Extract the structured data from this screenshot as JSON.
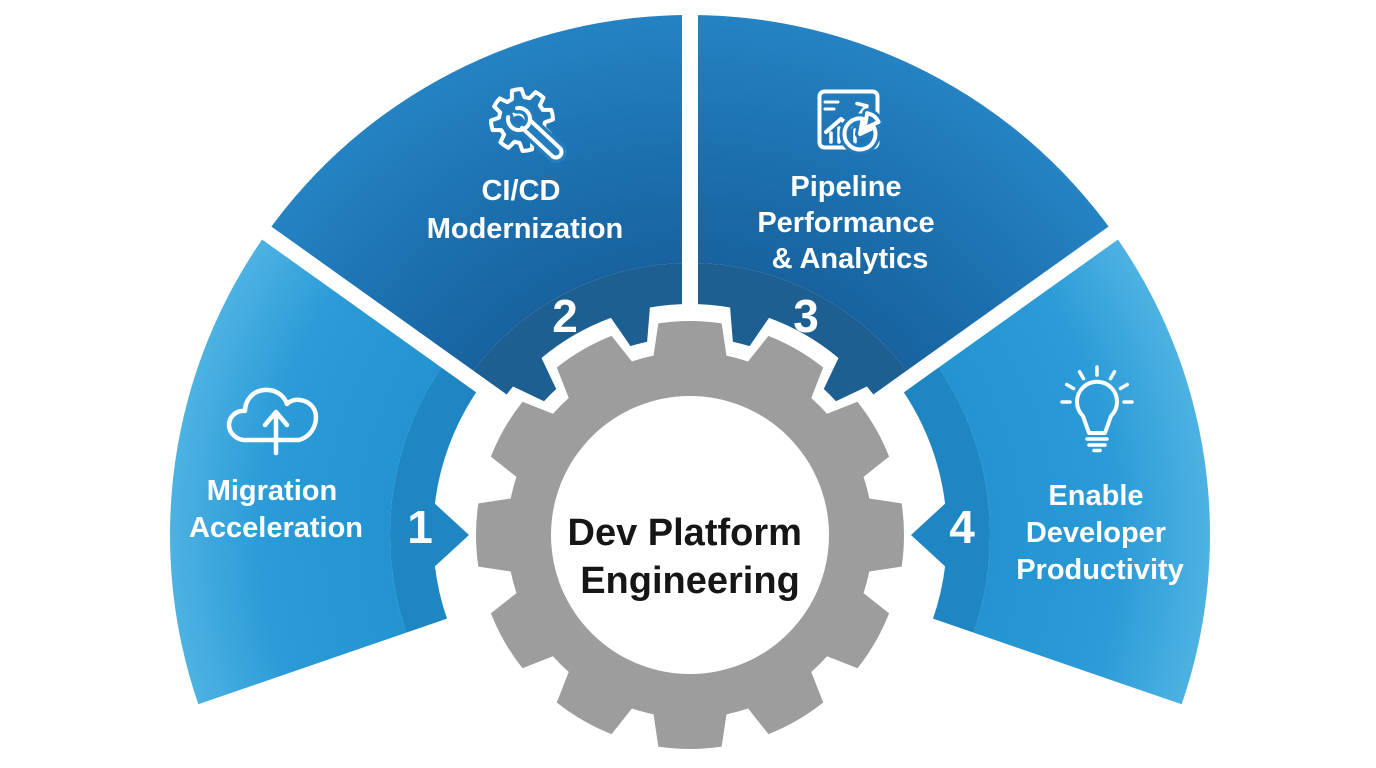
{
  "diagram": {
    "center": {
      "icon": "gear-icon",
      "label_lines": [
        "Dev Platform",
        "Engineering"
      ]
    },
    "segments": [
      {
        "number": "1",
        "icon": "cloud-upload-icon",
        "label_lines": [
          "Migration",
          "Acceleration"
        ]
      },
      {
        "number": "2",
        "icon": "gear-wrench-icon",
        "label_lines": [
          "CI/CD",
          "Modernization"
        ]
      },
      {
        "number": "3",
        "icon": "analytics-chart-pie-icon",
        "label_lines": [
          "Pipeline",
          "Performance",
          "& Analytics"
        ]
      },
      {
        "number": "4",
        "icon": "lightbulb-icon",
        "label_lines": [
          "Enable",
          "Developer",
          "Productivity"
        ]
      }
    ]
  },
  "colors": {
    "background": "#ffffff",
    "segment14_inner": "#2292d0",
    "segment14_mid": "#2c9cd8",
    "segment14_outer": "#4db2e2",
    "segment23_inner": "#17619d",
    "segment23_mid": "#1c70b0",
    "segment23_outer": "#2583c3",
    "band_light": "#1f86c4",
    "band_dark": "#1d5f91",
    "gear_gray": "#9d9d9d",
    "center_text": "#161616",
    "label_white": "#ffffff",
    "icon_stroke": "#ffffff"
  }
}
